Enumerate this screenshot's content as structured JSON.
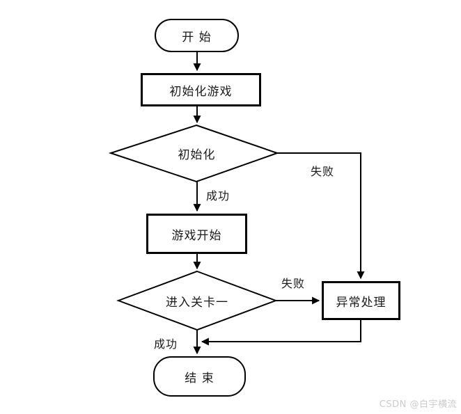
{
  "flowchart": {
    "nodes": {
      "start": "开 始",
      "init_game": "初始化游戏",
      "init_decision": "初始化",
      "game_start": "游戏开始",
      "level_decision": "进入关卡一",
      "exception": "异常处理",
      "end": "结 束"
    },
    "edge_labels": {
      "init_success": "成功",
      "init_fail": "失败",
      "level_fail": "失败",
      "level_success": "成功"
    }
  },
  "watermark": {
    "text": "CSDN @白宇横流"
  },
  "colors": {
    "line": "#000000",
    "background": "#ffffff",
    "watermark_text": "#cbcbcb"
  }
}
